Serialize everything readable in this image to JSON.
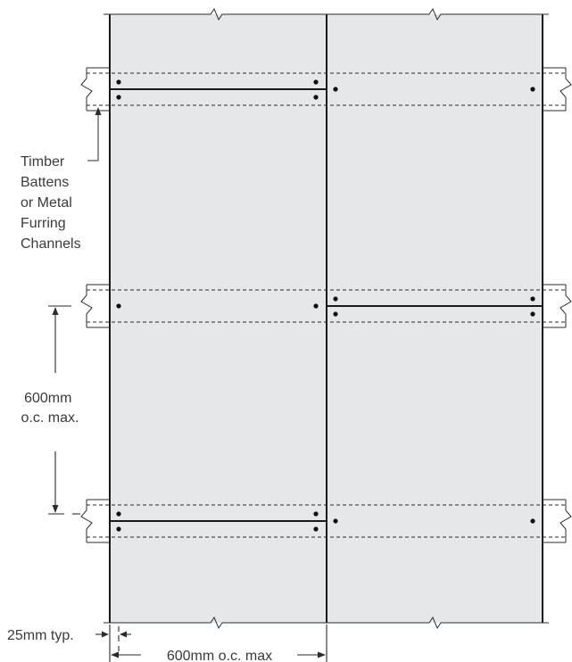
{
  "labels": {
    "batten_callout": [
      "Timber",
      "Battens",
      "or Metal",
      "Furring",
      "Channels"
    ],
    "vertical_spacing": [
      "600mm",
      "o.c. max."
    ],
    "edge_distance": "25mm typ.",
    "horizontal_spacing": "600mm o.c. max"
  },
  "colors": {
    "board_fill": "#e6e7e8",
    "line": "#1a1a1a",
    "text": "#3a3a3a"
  }
}
